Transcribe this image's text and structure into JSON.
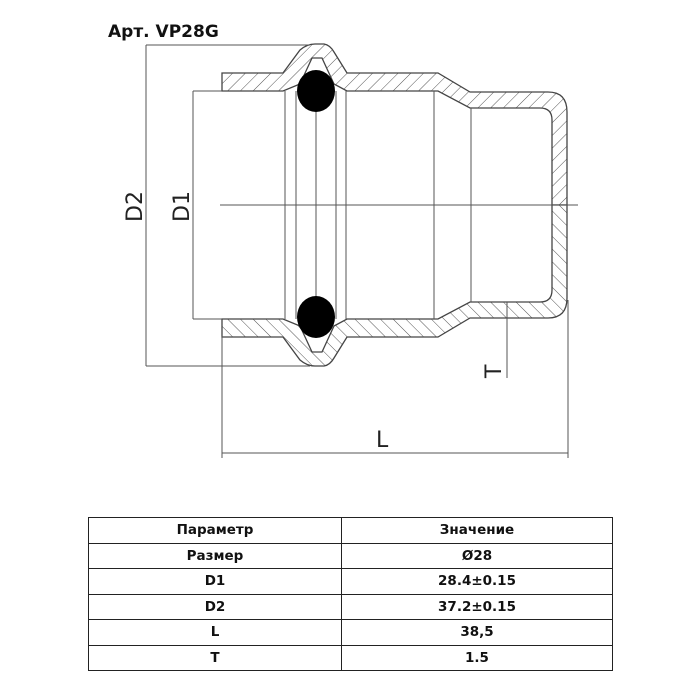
{
  "title": "Арт. VP28G",
  "drawing": {
    "labels": {
      "d2": "D2",
      "d1": "D1",
      "t": "T",
      "l": "L"
    },
    "colors": {
      "line": "#444444",
      "seal": "#000000"
    }
  },
  "table": {
    "headers": [
      "Параметр",
      "Значение"
    ],
    "rows": [
      [
        "Размер",
        "Ø28"
      ],
      [
        "D1",
        "28.4±0.15"
      ],
      [
        "D2",
        "37.2±0.15"
      ],
      [
        "L",
        "38,5"
      ],
      [
        "T",
        "1.5"
      ]
    ]
  }
}
